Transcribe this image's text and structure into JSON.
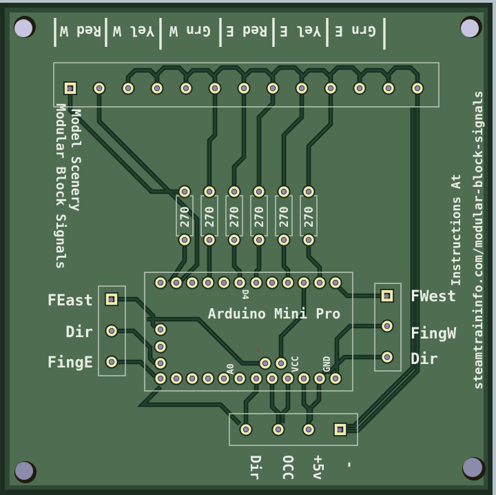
{
  "board": {
    "left_title_line1": "Model Scenery",
    "left_title_line2": "Modular Block Signals",
    "right_note_line1": "Instructions At",
    "right_note_line2": "steamtraininfo.com/modular-block-signals"
  },
  "top_connector": {
    "separator": "|",
    "labels": [
      "Red W",
      "Yel W",
      "Grn W",
      "Red E",
      "Yel E",
      "Grn E"
    ]
  },
  "resistors": {
    "values": [
      "270",
      "270",
      "270",
      "270",
      "270",
      "270"
    ]
  },
  "arduino": {
    "title": "Arduino Mini Pro",
    "pins": {
      "d4": "D4",
      "a0": "A0",
      "vcc": "VCC",
      "gnd": "GND"
    }
  },
  "left_connector": {
    "labels": [
      "FEast",
      "Dir",
      "FingE"
    ]
  },
  "right_connector": {
    "labels": [
      "FWest",
      "FingW",
      "Dir"
    ]
  },
  "bottom_connector": {
    "labels": [
      "Dir",
      "OCC",
      "+5v",
      "-"
    ]
  },
  "colors": {
    "board_green": "#4e6d51",
    "board_border": "#2e4936",
    "bevel_light": "#b7c3ca",
    "trace_dark_green": "#1c3526",
    "pad_gold": "#f0ecae",
    "hole_lavender": "#c6c6e0",
    "hole_grey": "#8b8bab",
    "silkscreen_white": "#e9ede4"
  }
}
